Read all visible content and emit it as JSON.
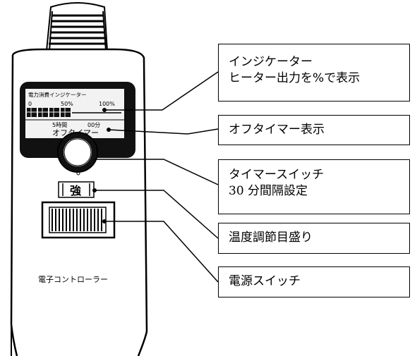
{
  "device": {
    "lcd_title": "電力消費インジケーター",
    "scale_0": "0",
    "scale_50": "50%",
    "scale_100": "100%",
    "timer_hours": "5時間",
    "timer_minutes": "00分",
    "off_timer_text": "オフタイマー",
    "strength_label": "強",
    "product_label": "電子コントローラー"
  },
  "callouts": {
    "indicator": {
      "line1": "インジケーター",
      "line2": "ヒーター出力を%で表示"
    },
    "off_timer": {
      "line1": "オフタイマー表示"
    },
    "timer_switch": {
      "line1": "タイマースイッチ",
      "line2": "30 分間隔設定"
    },
    "temp_scale": {
      "line1": "温度調節目盛り"
    },
    "power_switch": {
      "line1": "電源スイッチ"
    }
  },
  "colors": {
    "ink": "#000000",
    "lcd_bg": "#111111",
    "lcd_screen": "#f2f2f2",
    "paper": "#ffffff"
  }
}
